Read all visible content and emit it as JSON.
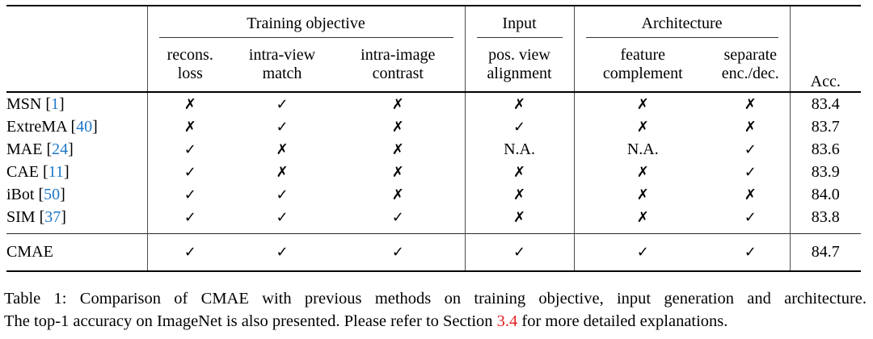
{
  "colors": {
    "cite_blue": "#2077c8",
    "section_red": "#e41e1e"
  },
  "table": {
    "header": {
      "groups": {
        "training": {
          "label": "Training objective",
          "subs": [
            "recons.\nloss",
            "intra-view\nmatch",
            "intra-image\ncontrast"
          ]
        },
        "input": {
          "label": "Input",
          "subs": [
            "pos. view\nalignment"
          ]
        },
        "architecture": {
          "label": "Architecture",
          "subs": [
            "feature\ncomplement",
            "separate\nenc./dec."
          ]
        }
      },
      "acc_label": "Acc."
    },
    "marks": {
      "check": "✓",
      "cross": "✗",
      "na": "N.A."
    },
    "rows": [
      {
        "method": "MSN",
        "cite": "1",
        "marks": [
          "cross",
          "check",
          "cross",
          "cross",
          "cross",
          "cross"
        ],
        "acc": "83.4"
      },
      {
        "method": "ExtreMA",
        "cite": "40",
        "marks": [
          "cross",
          "check",
          "cross",
          "check",
          "cross",
          "cross"
        ],
        "acc": "83.7"
      },
      {
        "method": "MAE",
        "cite": "24",
        "marks": [
          "check",
          "cross",
          "cross",
          "na",
          "na",
          "check"
        ],
        "acc": "83.6"
      },
      {
        "method": "CAE",
        "cite": "11",
        "marks": [
          "check",
          "cross",
          "cross",
          "cross",
          "cross",
          "check"
        ],
        "acc": "83.9"
      },
      {
        "method": "iBot",
        "cite": "50",
        "marks": [
          "check",
          "check",
          "cross",
          "cross",
          "cross",
          "cross"
        ],
        "acc": "84.0"
      },
      {
        "method": "SIM",
        "cite": "37",
        "marks": [
          "check",
          "check",
          "check",
          "cross",
          "cross",
          "check"
        ],
        "acc": "83.8"
      }
    ],
    "final_row": {
      "method": "CMAE",
      "cite": "",
      "marks": [
        "check",
        "check",
        "check",
        "check",
        "check",
        "check"
      ],
      "acc": "84.7"
    }
  },
  "caption": {
    "line1": "Table 1: Comparison of CMAE with previous methods on training objective, input generation and architecture.",
    "line2_prefix": "The top-1 accuracy on ImageNet is also presented. Please refer to Section ",
    "section_ref": "3.4",
    "line2_suffix": " for more detailed explanations."
  }
}
